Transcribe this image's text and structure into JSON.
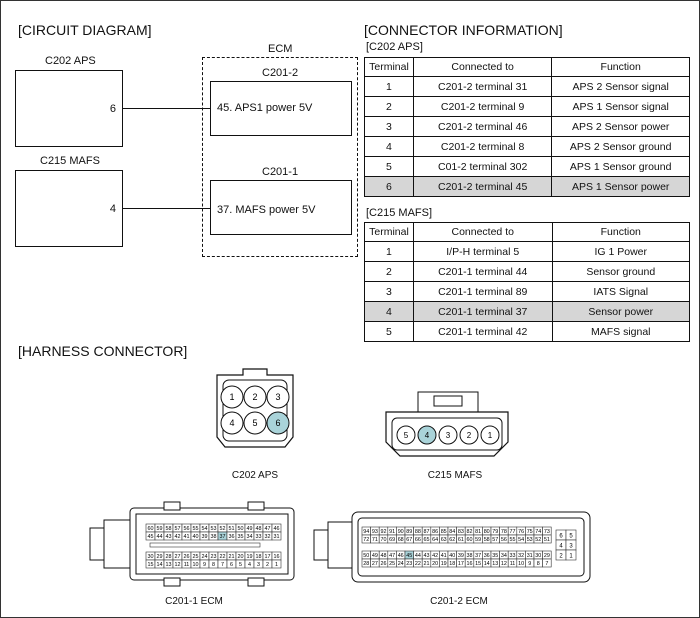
{
  "headings": {
    "circuit": "[CIRCUIT DIAGRAM]",
    "connector_info": "[CONNECTOR INFORMATION]",
    "harness": "[HARNESS CONNECTOR]"
  },
  "circuit": {
    "ecm_label": "ECM",
    "c202_label": "C202 APS",
    "c202_pin": "6",
    "c215_label": "C215 MAFS",
    "c215_pin": "4",
    "ecm_c2012_label": "C201-2",
    "ecm_c2012_pin_text": "45. APS1 power 5V",
    "ecm_c2011_label": "C201-1",
    "ecm_c2011_pin_text": "37. MAFS power 5V"
  },
  "tables": {
    "aps": {
      "title": "[C202 APS]",
      "headers": [
        "Terminal",
        "Connected to",
        "Function"
      ],
      "rows": [
        [
          "1",
          "C201-2 terminal 31",
          "APS 2 Sensor signal"
        ],
        [
          "2",
          "C201-2 terminal 9",
          "APS 1 Sensor signal"
        ],
        [
          "3",
          "C201-2 terminal 46",
          "APS 2 Sensor power"
        ],
        [
          "4",
          "C201-2 terminal 8",
          "APS 2 Sensor ground"
        ],
        [
          "5",
          "C01-2 terminal 302",
          "APS 1 Sensor ground"
        ],
        [
          "6",
          "C201-2 terminal 45",
          "APS 1 Sensor power"
        ]
      ],
      "highlight_row": 5
    },
    "mafs": {
      "title": "[C215 MAFS]",
      "headers": [
        "Terminal",
        "Connected to",
        "Function"
      ],
      "rows": [
        [
          "1",
          "I/P-H terminal 5",
          "IG 1 Power"
        ],
        [
          "2",
          "C201-1 terminal 44",
          "Sensor ground"
        ],
        [
          "3",
          "C201-1 terminal 89",
          "IATS Signal"
        ],
        [
          "4",
          "C201-1 terminal 37",
          "Sensor power"
        ],
        [
          "5",
          "C201-1 terminal 42",
          "MAFS signal"
        ]
      ],
      "highlight_row": 3
    }
  },
  "harness": {
    "c202_caption": "C202 APS",
    "c215_caption": "C215 MAFS",
    "c2011_caption": "C201-1 ECM",
    "c2012_caption": "C201-2 ECM",
    "c202_pins_top": [
      "1",
      "2",
      "3"
    ],
    "c202_pins_bottom": [
      "4",
      "5",
      "6"
    ],
    "c202_highlight": "6",
    "c215_pins": [
      "5",
      "4",
      "3",
      "2",
      "1"
    ],
    "c215_highlight": "4",
    "c2011_rows": [
      [
        "60",
        "59",
        "58",
        "57",
        "56",
        "55",
        "54",
        "53",
        "52",
        "51",
        "50",
        "49",
        "48",
        "47",
        "46"
      ],
      [
        "45",
        "44",
        "43",
        "42",
        "41",
        "40",
        "39",
        "38",
        "37",
        "36",
        "35",
        "34",
        "33",
        "32",
        "31"
      ],
      [
        "30",
        "29",
        "28",
        "27",
        "26",
        "25",
        "24",
        "23",
        "22",
        "21",
        "20",
        "19",
        "18",
        "17",
        "16"
      ],
      [
        "15",
        "14",
        "13",
        "12",
        "11",
        "10",
        "9",
        "8",
        "7",
        "6",
        "5",
        "4",
        "3",
        "2",
        "1"
      ]
    ],
    "c2011_highlight": "37",
    "c2012_rows": [
      [
        "94",
        "93",
        "92",
        "91",
        "90",
        "89",
        "88",
        "87",
        "86",
        "85",
        "84",
        "83",
        "82",
        "81",
        "80",
        "79",
        "78",
        "77",
        "76",
        "75",
        "74",
        "73"
      ],
      [
        "72",
        "71",
        "70",
        "69",
        "68",
        "67",
        "66",
        "65",
        "64",
        "63",
        "62",
        "61",
        "60",
        "59",
        "58",
        "57",
        "56",
        "55",
        "54",
        "53",
        "52",
        "51"
      ],
      [
        "50",
        "49",
        "48",
        "47",
        "46",
        "45",
        "44",
        "43",
        "42",
        "41",
        "40",
        "39",
        "38",
        "37",
        "36",
        "35",
        "34",
        "33",
        "32",
        "31",
        "30",
        "29"
      ],
      [
        "28",
        "27",
        "26",
        "25",
        "24",
        "23",
        "22",
        "21",
        "20",
        "19",
        "18",
        "17",
        "16",
        "15",
        "14",
        "13",
        "12",
        "11",
        "10",
        "9",
        "8",
        "7"
      ]
    ],
    "c2012_highlight": "45",
    "c2012_side": [
      [
        "6",
        "5"
      ],
      [
        "4",
        "3"
      ],
      [
        "2",
        "1"
      ]
    ],
    "highlight_color": "#a9d3d9"
  }
}
